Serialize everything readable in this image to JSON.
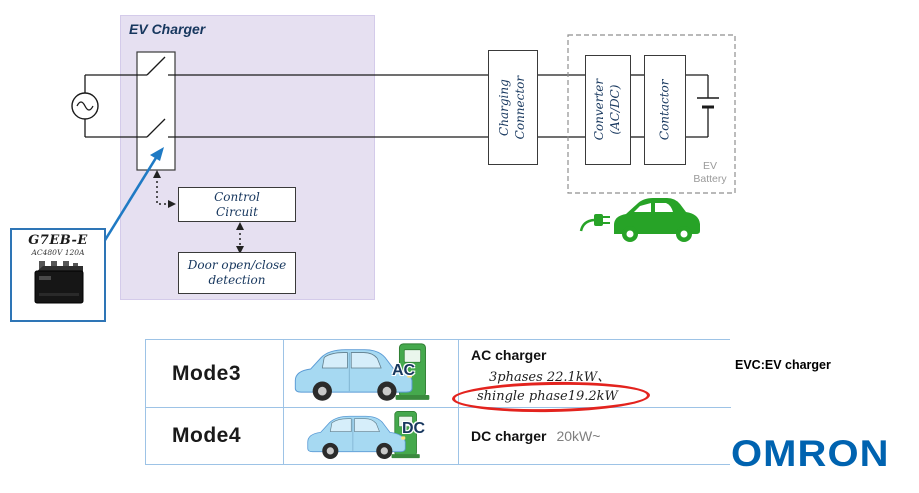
{
  "diagram": {
    "title": "EV Charger",
    "boxes": {
      "control_circuit": "Control\nCircuit",
      "door_detection": "Door open/close\ndetection",
      "charging_connector": "Charging\nConnector",
      "converter": "Converter\n(AC/DC)",
      "contactor": "Contactor"
    },
    "ev_battery_label": "EV\nBattery",
    "relay_callout": {
      "model": "G7EB-E",
      "rating": "AC480V 120A"
    }
  },
  "modes_table": {
    "rows": [
      {
        "mode": "Mode3",
        "current_badge": "AC",
        "charger_title": "AC charger",
        "spec_line1": "3phases 22.1kW、",
        "spec_line2": "shingle phase19.2kW"
      },
      {
        "mode": "Mode4",
        "current_badge": "DC",
        "charger_title": "DC charger",
        "spec_inline": "20kW~"
      }
    ]
  },
  "annotations": {
    "evc_note": "EVC:EV charger"
  },
  "brand": {
    "logo_text": "OMRON"
  },
  "colors": {
    "ev_charger_fill": "#E6E0F1",
    "table_border": "#9DC3E6",
    "highlight_red": "#E3231E",
    "omron_blue": "#0063B0",
    "callout_blue": "#2E75B6",
    "car_green": "#27A327",
    "navy_text": "#17375E"
  },
  "icons": {
    "ac_source_icon": "circle-with-sine-wave",
    "switch_icon": "open-relay-contacts",
    "battery_icon": "battery-plates",
    "relay_photo_icon": "black-power-relay",
    "ev_car_icon": "green-car-with-charging-plug",
    "car_ac_icon": "blue-car-at-green-ac-station",
    "car_dc_icon": "blue-car-at-green-dc-station"
  }
}
